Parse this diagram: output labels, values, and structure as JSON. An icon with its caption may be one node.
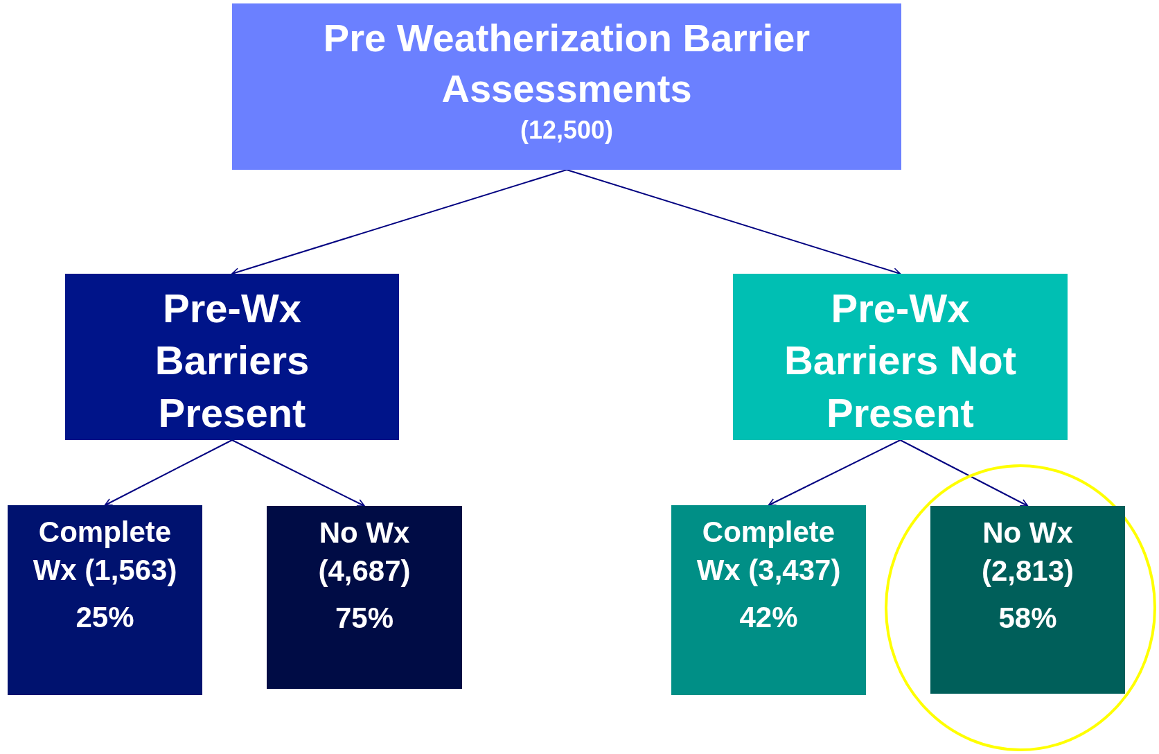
{
  "diagram": {
    "nodes": [
      {
        "text": [
          "Pre Weatherization Barrier Assessments",
          "(12,500)"
        ]
      },
      {
        "text": [
          "Pre-Wx Barriers Present"
        ]
      },
      {
        "text": [
          "Pre-Wx Barriers Not Present"
        ]
      },
      {
        "text": [
          "Complete Wx (1,563)",
          "25%"
        ]
      },
      {
        "text": [
          "No Wx (4,687)",
          "75%"
        ]
      },
      {
        "text": [
          "Complete Wx (3,437)",
          "42%"
        ]
      },
      {
        "text": [
          "No Wx (2,813)",
          "58%"
        ],
        "in": 7
      },
      {
        "text": [],
        "shape": "circle"
      }
    ],
    "edges": [
      {
        "from": 0,
        "to": 1,
        "arrow": "to"
      },
      {
        "from": 0,
        "to": 2,
        "arrow": "to"
      },
      {
        "from": 1,
        "to": 3,
        "arrow": "to"
      },
      {
        "from": 1,
        "to": 4,
        "arrow": "to"
      },
      {
        "from": 2,
        "to": 5,
        "arrow": "to"
      },
      {
        "from": 2,
        "to": 6,
        "arrow": "to"
      }
    ]
  }
}
